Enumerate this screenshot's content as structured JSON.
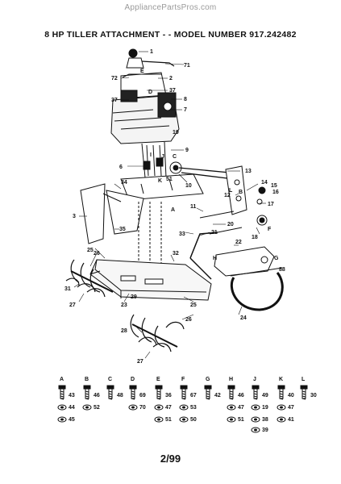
{
  "watermark": "AppliancePartsPros.com",
  "title": "8 HP  TILLER ATTACHMENT - - MODEL NUMBER 917.242482",
  "callouts": {
    "c1": "1",
    "c71": "71",
    "c72": "72",
    "c2": "2",
    "c37a": "37",
    "c37b": "37",
    "c8": "8",
    "c7": "7",
    "c9": "9",
    "c6": "6",
    "c10": "10",
    "c13": "13",
    "c14": "14",
    "c15": "15",
    "c16": "16",
    "c12": "12",
    "c17": "17",
    "c11": "11",
    "c20": "20",
    "c21": "21",
    "c33": "33",
    "c18": "18",
    "c34": "34",
    "c3": "3",
    "c35": "35",
    "c22": "22",
    "c25": "25",
    "c32": "32",
    "c26a": "26",
    "c26b": "26",
    "c31": "31",
    "c27a": "27",
    "c27b": "27",
    "c23": "23",
    "c29": "29",
    "c25b": "25",
    "c28": "28",
    "c24": "24",
    "c19": "19",
    "c88": "88",
    "c51": "51",
    "cA": "A",
    "cB": "B",
    "cC": "C",
    "cD": "D",
    "cE": "E",
    "cF": "F",
    "cG": "G",
    "cH": "H",
    "cI": "I",
    "cJ": "J",
    "cK": "K",
    "cL": "L"
  },
  "hardware": [
    {
      "letter": "A",
      "numbers": [
        "43",
        "44",
        "45"
      ]
    },
    {
      "letter": "B",
      "numbers": [
        "46",
        "52"
      ]
    },
    {
      "letter": "C",
      "numbers": [
        "48"
      ]
    },
    {
      "letter": "D",
      "numbers": [
        "69",
        "70"
      ]
    },
    {
      "letter": "E",
      "numbers": [
        "36",
        "47",
        "51"
      ]
    },
    {
      "letter": "F",
      "numbers": [
        "67",
        "53",
        "50"
      ]
    },
    {
      "letter": "G",
      "numbers": [
        "42"
      ]
    },
    {
      "letter": "H",
      "numbers": [
        "46",
        "47",
        "51"
      ]
    },
    {
      "letter": "J",
      "numbers": [
        "49",
        "19",
        "38",
        "39"
      ]
    },
    {
      "letter": "K",
      "numbers": [
        "40",
        "47",
        "41"
      ]
    },
    {
      "letter": "L",
      "numbers": [
        "30"
      ]
    }
  ],
  "footer": "2/99"
}
